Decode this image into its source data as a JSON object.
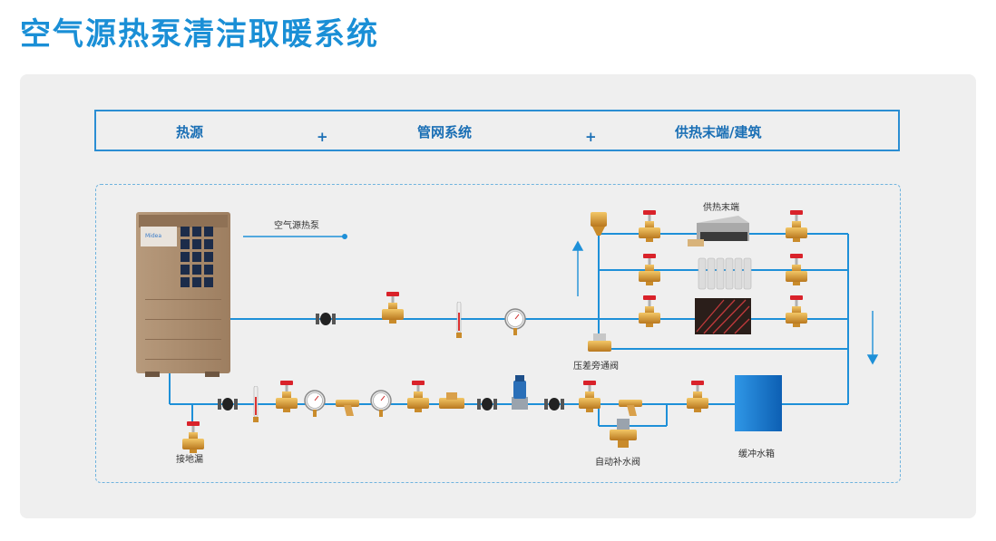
{
  "title": "空气源热泵清洁取暖系统",
  "header": {
    "heat_source": "热源",
    "pipe_network": "管网系统",
    "terminal": "供热末端/建筑",
    "plus": "+"
  },
  "labels": {
    "heat_pump": "空气源热泵",
    "terminal_unit": "供热末端",
    "bypass_valve": "压差旁通阀",
    "ground_drain": "接地漏",
    "makeup_valve": "自动补水阀",
    "buffer_tank": "缓冲水箱",
    "brand": "Midea"
  },
  "colors": {
    "title": "#1a8fd6",
    "pipe": "#1e90d8",
    "valve_handle": "#d9222a",
    "brass": "#c98b2b",
    "unit_body": "#a88a6b",
    "tank": "#1b7fd4"
  }
}
